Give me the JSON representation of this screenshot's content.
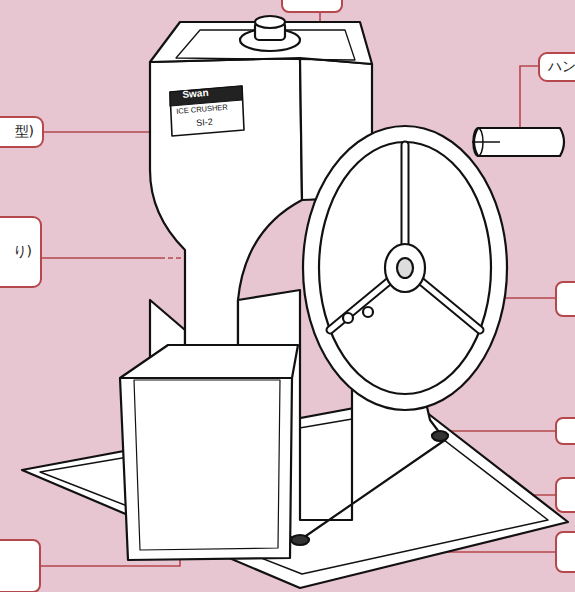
{
  "diagram": {
    "nodes": [
      {
        "text": [
          "ハン"
        ]
      },
      {
        "text": [
          "型)"
        ]
      },
      {
        "text": [
          "り)"
        ]
      }
    ],
    "labels": [
      "Swan",
      "ICE CRUSHER",
      "SI-2"
    ]
  }
}
